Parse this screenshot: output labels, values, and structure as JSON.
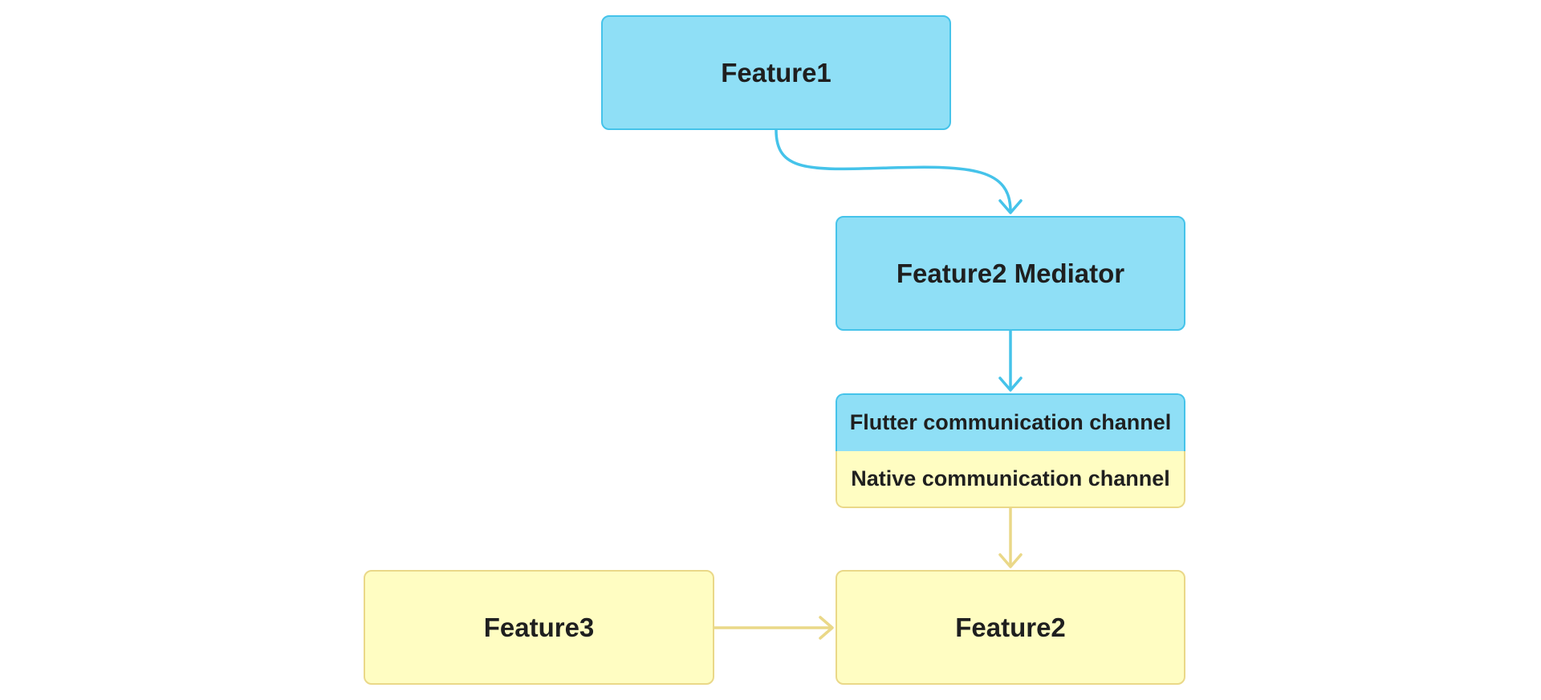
{
  "colors": {
    "blue_fill": "#8fdff6",
    "blue_stroke": "#45c3ea",
    "yellow_fill": "#fffdc2",
    "yellow_stroke": "#ead888",
    "text": "#1f1f1f"
  },
  "nodes": {
    "feature1": "Feature1",
    "feature2_mediator": "Feature2 Mediator",
    "flutter_channel": "Flutter communication channel",
    "native_channel": "Native communication channel",
    "feature3": "Feature3",
    "feature2": "Feature2"
  },
  "edges": [
    {
      "from": "Feature1",
      "to": "Feature2 Mediator",
      "color": "blue"
    },
    {
      "from": "Feature2 Mediator",
      "to": "Flutter communication channel",
      "color": "blue"
    },
    {
      "from": "Native communication channel",
      "to": "Feature2",
      "color": "yellow"
    },
    {
      "from": "Feature3",
      "to": "Feature2",
      "color": "yellow"
    }
  ]
}
